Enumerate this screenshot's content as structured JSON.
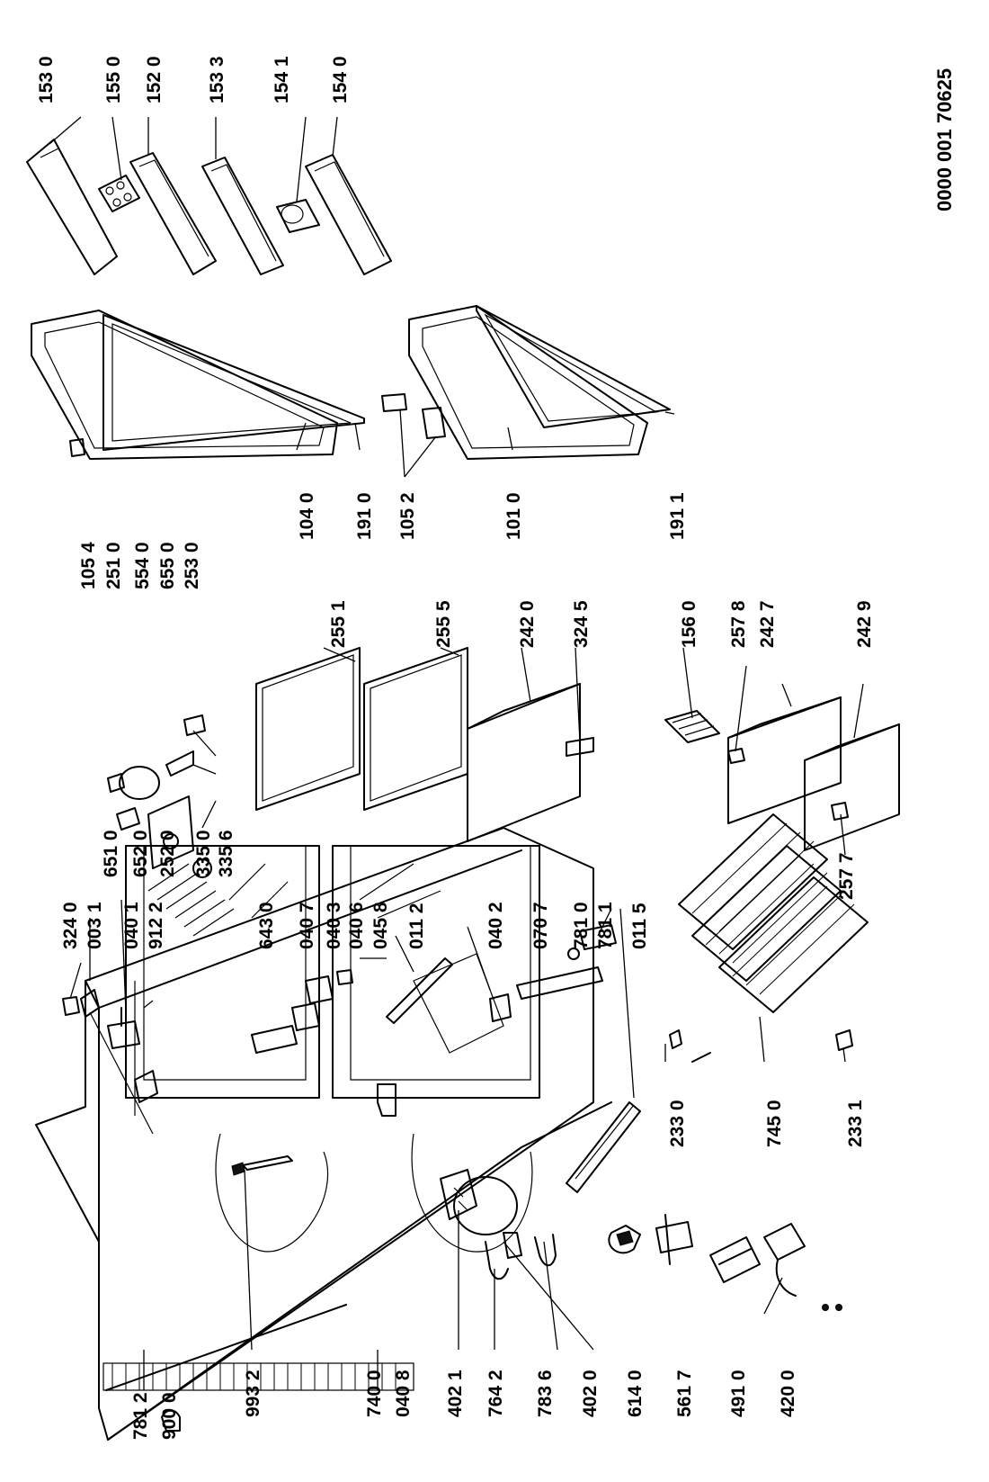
{
  "drawing_code": "0000 001 70625",
  "labels": {
    "p7812": "781 2",
    "p9000": "900 0",
    "p9932": "993 2",
    "p7400": "740 0",
    "p0408": "040 8",
    "p4021": "402 1",
    "p7642": "764 2",
    "p7836": "783 6",
    "p4020": "402 0",
    "p6140": "614 0",
    "p5617": "561 7",
    "p4910": "491 0",
    "p4200": "420 0",
    "p3240": "324 0",
    "p0031": "003 1",
    "p0401": "040 1",
    "p9122": "912 2",
    "p6430": "643 0",
    "p0407": "040 7",
    "p0403": "040 3",
    "p0406": "040 6",
    "p0458": "045 8",
    "p0112": "011 2",
    "p0402": "040 2",
    "p0707": "070 7",
    "p7810": "781 0",
    "p7811": "781 1",
    "p0115": "011 5",
    "p2330": "233 0",
    "p7450": "745 0",
    "p2331": "233 1",
    "p6510": "651 0",
    "p6520": "652 0",
    "p2520": "252 0",
    "p3350": "335 0",
    "p3356": "335 6",
    "p2551": "255 1",
    "p2555": "255 5",
    "p2420": "242 0",
    "p3245": "324 5",
    "p1560": "156 0",
    "p2578": "257 8",
    "p2427": "242 7",
    "p2429": "242 9",
    "p2577": "257 7",
    "p1054": "105 4",
    "p2510": "251 0",
    "p5540": "554 0",
    "p6550": "655 0",
    "p2530": "253 0",
    "p1040": "104 0",
    "p1910": "191 0",
    "p1052": "105 2",
    "p1010": "101 0",
    "p1911": "191 1",
    "p1530": "153 0",
    "p1550": "155 0",
    "p1520": "152 0",
    "p1533": "153 3",
    "p1541": "154 1",
    "p1540": "154 0"
  }
}
